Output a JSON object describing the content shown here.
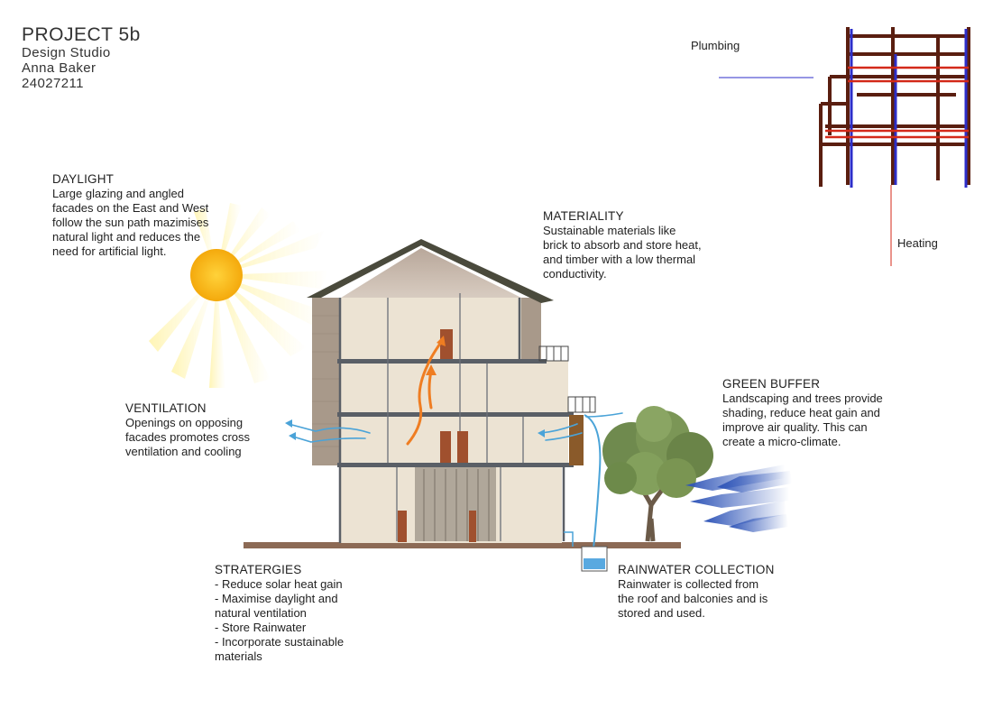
{
  "project": {
    "title": "PROJECT 5b",
    "studio": "Design Studio",
    "author": "Anna Baker",
    "student_id": "24027211"
  },
  "daylight": {
    "heading": "DAYLIGHT",
    "lines": [
      "Large glazing and angled",
      "facades on the East and West",
      "follow the sun path mazimises",
      "natural light and reduces the",
      "need for artificial light."
    ]
  },
  "materiality": {
    "heading": "MATERIALITY",
    "lines": [
      "Sustainable materials like",
      "brick to absorb and store heat,",
      "and timber with a low thermal",
      "conductivity."
    ]
  },
  "ventilation": {
    "heading": "VENTILATION",
    "lines": [
      "Openings on opposing",
      "facades promotes cross",
      "ventilation and cooling"
    ]
  },
  "green_buffer": {
    "heading": "GREEN BUFFER",
    "lines": [
      "Landscaping and trees provide",
      "shading, reduce heat gain and",
      "improve air quality. This can",
      "create a micro-climate."
    ]
  },
  "strategies": {
    "heading": "STRATERGIES",
    "lines": [
      "- Reduce solar heat gain",
      "- Maximise daylight and",
      "natural ventilation",
      "- Store Rainwater",
      "- Incorporate sustainable",
      "materials"
    ]
  },
  "rainwater": {
    "heading": "RAINWATER COLLECTION",
    "lines": [
      "Rainwater is collected from",
      "the roof and balconies and is",
      "stored and used."
    ]
  },
  "services": {
    "plumbing_label": "Plumbing",
    "heating_label": "Heating"
  },
  "colors": {
    "sun": "#f7b718",
    "airflow": "#4aa3d8",
    "warm_air": "#ef7d22",
    "wind": "#2f55b8",
    "plumbing": "#2c2ec9",
    "heating": "#d42a1a",
    "structure": "#5a1e10"
  }
}
